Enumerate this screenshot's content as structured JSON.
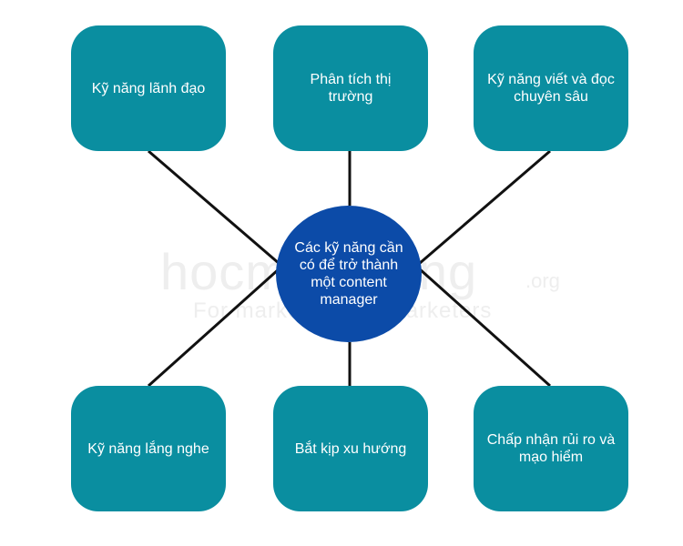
{
  "colors": {
    "node": "#0a8ea0",
    "center": "#0c4ba8",
    "connector": "#111111"
  },
  "watermark": {
    "main": "hocmarketing",
    "org": ".org",
    "sub": "For marketers, by marketers"
  },
  "center": {
    "label": "Các kỹ năng cần có để trở thành một content manager"
  },
  "nodes": [
    {
      "label": "Kỹ năng lãnh đạo"
    },
    {
      "label": "Phân tích thị trường"
    },
    {
      "label": "Kỹ năng viết và đọc chuyên sâu"
    },
    {
      "label": "Kỹ năng lắng nghe"
    },
    {
      "label": "Bắt kịp xu hướng"
    },
    {
      "label": "Chấp nhận rủi ro và mạo hiểm"
    }
  ]
}
